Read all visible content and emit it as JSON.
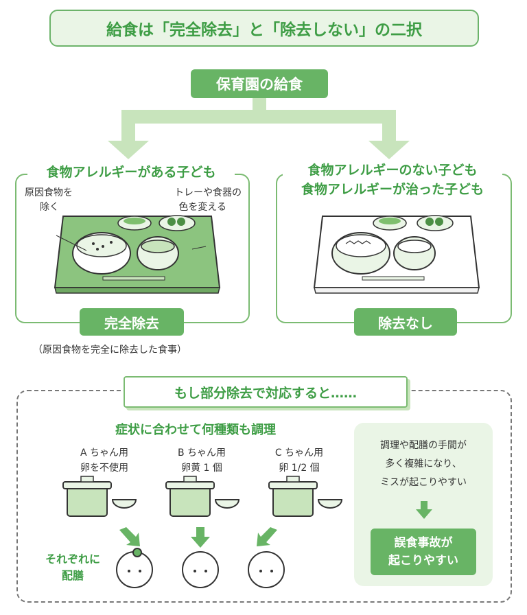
{
  "title": "給食は「完全除去」と「除去しない」の二択",
  "top_node": "保育園の給食",
  "left": {
    "heading": "食物アレルギーがある子ども",
    "note_left": [
      "原因食物を",
      "除く"
    ],
    "note_right": [
      "トレーや食器の",
      "色を変える"
    ],
    "label": "完全除去",
    "caption": "（原因食物を完全に除去した食事）"
  },
  "right": {
    "heading_line1": "食物アレルギーのない子ども",
    "heading_line2": "食物アレルギーが治った子ども",
    "label": "除去なし"
  },
  "partial": {
    "banner": "もし部分除去で対応すると……",
    "subheading": "症状に合わせて何種類も調理",
    "kids": [
      {
        "line1": "A ちゃん用",
        "line2": "卵を不使用"
      },
      {
        "line1": "B ちゃん用",
        "line2": "卵黄 1 個"
      },
      {
        "line1": "C ちゃん用",
        "line2": "卵 1/2 個"
      }
    ],
    "serve_label": [
      "それぞれに",
      "配膳"
    ],
    "risk_text": [
      "調理や配膳の手間が",
      "多く複雑になり、",
      "ミスが起こりやすい"
    ],
    "result": [
      "誤食事故が",
      "起こりやすい"
    ]
  },
  "colors": {
    "green": "#68b465",
    "light_green": "#c8e4bc",
    "dark_green": "#3e9d45"
  }
}
